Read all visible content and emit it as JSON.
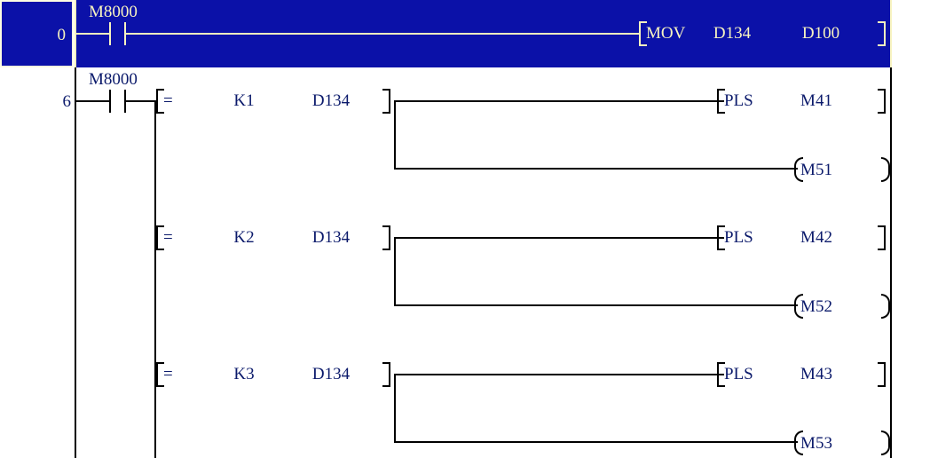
{
  "editor": {
    "name": "ladder-diagram-editor",
    "background": "#ffffff",
    "selection_color": "#0b11a8",
    "selection_text_color": "#f7f3c0",
    "text_color": "#0b1a6b",
    "line_color": "#000000"
  },
  "rungs": [
    {
      "step": "0",
      "selected": true,
      "contact": {
        "label": "M8000",
        "type": "no-contact"
      },
      "instruction": {
        "open": "[",
        "mnemonic": "MOV",
        "op1": "D134",
        "op2": "D100",
        "close": "]"
      }
    },
    {
      "step": "6",
      "selected": false,
      "contact": {
        "label": "M8000",
        "type": "no-contact"
      },
      "branches": [
        {
          "compare": {
            "open": "[",
            "mnemonic": "=",
            "op1": "K1",
            "op2": "D134",
            "close": "]"
          },
          "pulse": {
            "open": "[",
            "mnemonic": "PLS",
            "operand": "M41",
            "close": "]"
          },
          "coil": {
            "open": "(",
            "operand": "M51",
            "close": ")"
          }
        },
        {
          "compare": {
            "open": "[",
            "mnemonic": "=",
            "op1": "K2",
            "op2": "D134",
            "close": "]"
          },
          "pulse": {
            "open": "[",
            "mnemonic": "PLS",
            "operand": "M42",
            "close": "]"
          },
          "coil": {
            "open": "(",
            "operand": "M52",
            "close": ")"
          }
        },
        {
          "compare": {
            "open": "[",
            "mnemonic": "=",
            "op1": "K3",
            "op2": "D134",
            "close": "]"
          },
          "pulse": {
            "open": "[",
            "mnemonic": "PLS",
            "operand": "M43",
            "close": "]"
          },
          "coil": {
            "open": "(",
            "operand": "M53",
            "close": ")"
          }
        }
      ]
    }
  ]
}
